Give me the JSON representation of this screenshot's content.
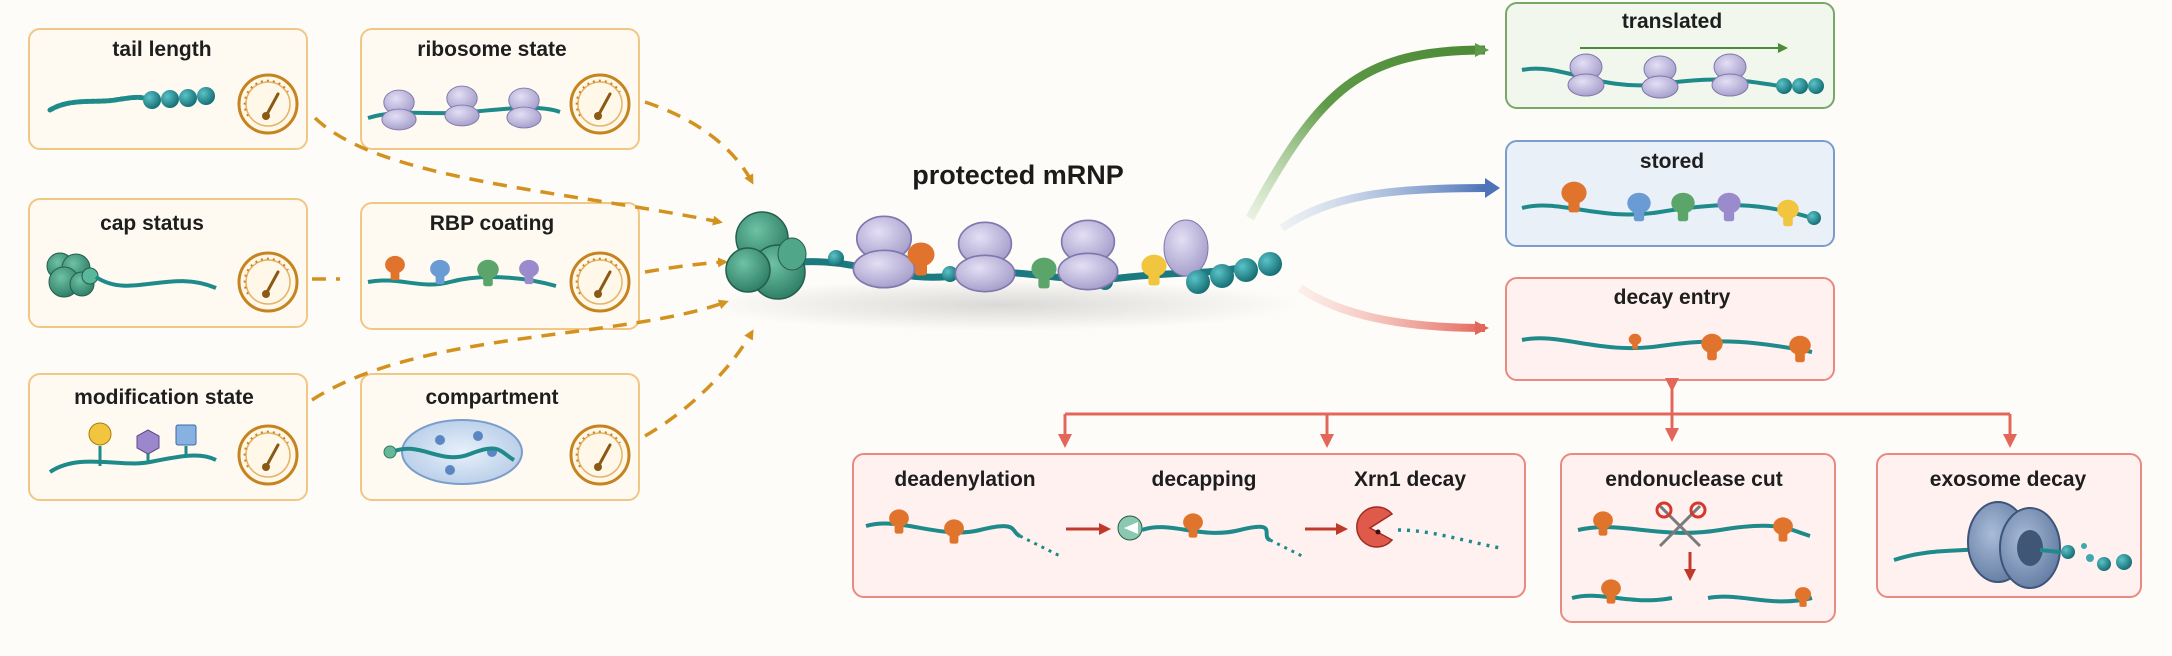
{
  "inputs": {
    "tail_length": "tail length",
    "ribosome_state": "ribosome state",
    "cap_status": "cap status",
    "rbp_coating": "RBP coating",
    "modification_state": "modification state",
    "compartment": "compartment"
  },
  "center": {
    "title": "protected mRNP"
  },
  "outcomes": {
    "translated": "translated",
    "stored": "stored",
    "decay_entry": "decay entry"
  },
  "decay": {
    "deadenylation": "deadenylation",
    "decapping": "decapping",
    "xrn1": "Xrn1 decay",
    "endonuclease": "endonuclease cut",
    "exosome": "exosome decay"
  },
  "colors": {
    "input_border": "#f0c785",
    "dashed_arrow": "#d3921f",
    "translated": "#5e9a48",
    "stored": "#5b80c0",
    "decay": "#e2675a",
    "rna": "#1f8a8a"
  },
  "icons": [
    "gauge-icon",
    "ribosome-icon",
    "cap-icon",
    "scissors-icon",
    "exosome-icon",
    "pacman-icon"
  ]
}
